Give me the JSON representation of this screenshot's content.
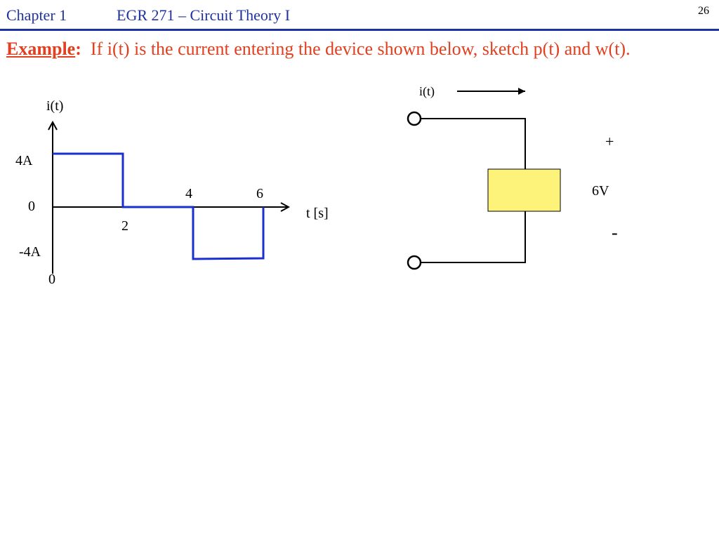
{
  "header": {
    "chapter": "Chapter 1",
    "course": "EGR 271 – Circuit Theory I",
    "page_number": "26",
    "accent_color": "#1f33a0"
  },
  "problem": {
    "label": "Example",
    "colon": ":",
    "text": "If i(t) is the current entering the device shown below, sketch p(t) and w(t).",
    "color": "#e0401f"
  },
  "graph": {
    "y_axis_label": "i(t)",
    "x_axis_label": "t [s]",
    "y_tick_high": "4A",
    "y_tick_zero": "0",
    "y_tick_low": "-4A",
    "origin_label": "0",
    "x_tick_2": "2",
    "x_tick_4": "4",
    "x_tick_6": "6",
    "line_color": "#1a2fd0"
  },
  "circuit": {
    "current_label": "i(t)",
    "voltage_label": "6V",
    "plus_label": "+",
    "minus_label": "-",
    "device_color": "#fdf27a"
  }
}
